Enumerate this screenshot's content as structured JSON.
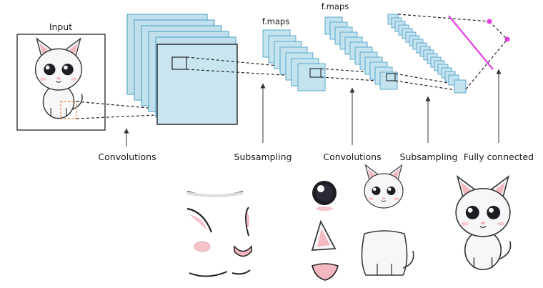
{
  "labels": {
    "input": "Input",
    "fmaps_1": "f.maps",
    "fmaps_2": "f.maps",
    "convolutions_1": "Convolutions",
    "subsampling_1": "Subsampling",
    "convolutions_2": "Convolutions",
    "subsampling_2": "Subsampling",
    "fully_connected": "Fully connected"
  },
  "colors": {
    "feature_map_fill": "#c3e3ef",
    "feature_map_stroke": "#5ea9cc",
    "fully_connected_line": "#e040e0",
    "kernel_marker": "#e8894a"
  },
  "icons": [
    "kitten-input-image",
    "kitten-eye-feature",
    "kitten-ear-feature",
    "kitten-nose-feature",
    "kitten-head-feature",
    "kitten-body-feature",
    "kitten-full-feature"
  ]
}
